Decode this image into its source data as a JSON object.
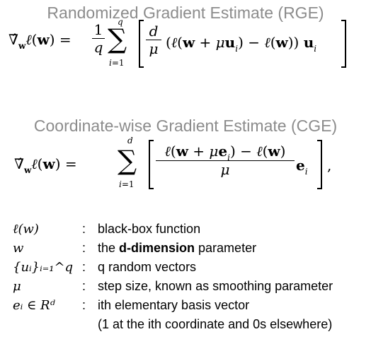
{
  "rge": {
    "heading": "Randomized Gradient Estimate (RGE)"
  },
  "cge": {
    "heading": "Coordinate-wise Gradient Estimate (CGE)"
  },
  "legend": [
    {
      "symbol": "ℓ(w)",
      "sep": ":",
      "desc": "black-box function"
    },
    {
      "symbol": "w",
      "sep": ":",
      "desc_prefix": "the ",
      "desc_bold": "d-dimension",
      "desc_suffix": " parameter"
    },
    {
      "symbol": "{uᵢ}ᵢ₌₁^q",
      "sep": ":",
      "desc": "q random vectors"
    },
    {
      "symbol": "μ",
      "sep": ":",
      "desc": "step size, known as smoothing parameter"
    },
    {
      "symbol": "eᵢ ∈ Rᵈ",
      "sep": ":",
      "desc": "ith elementary basis vector"
    },
    {
      "symbol": "",
      "sep": "",
      "desc": "(1 at the ith coordinate and 0s elsewhere)"
    }
  ]
}
